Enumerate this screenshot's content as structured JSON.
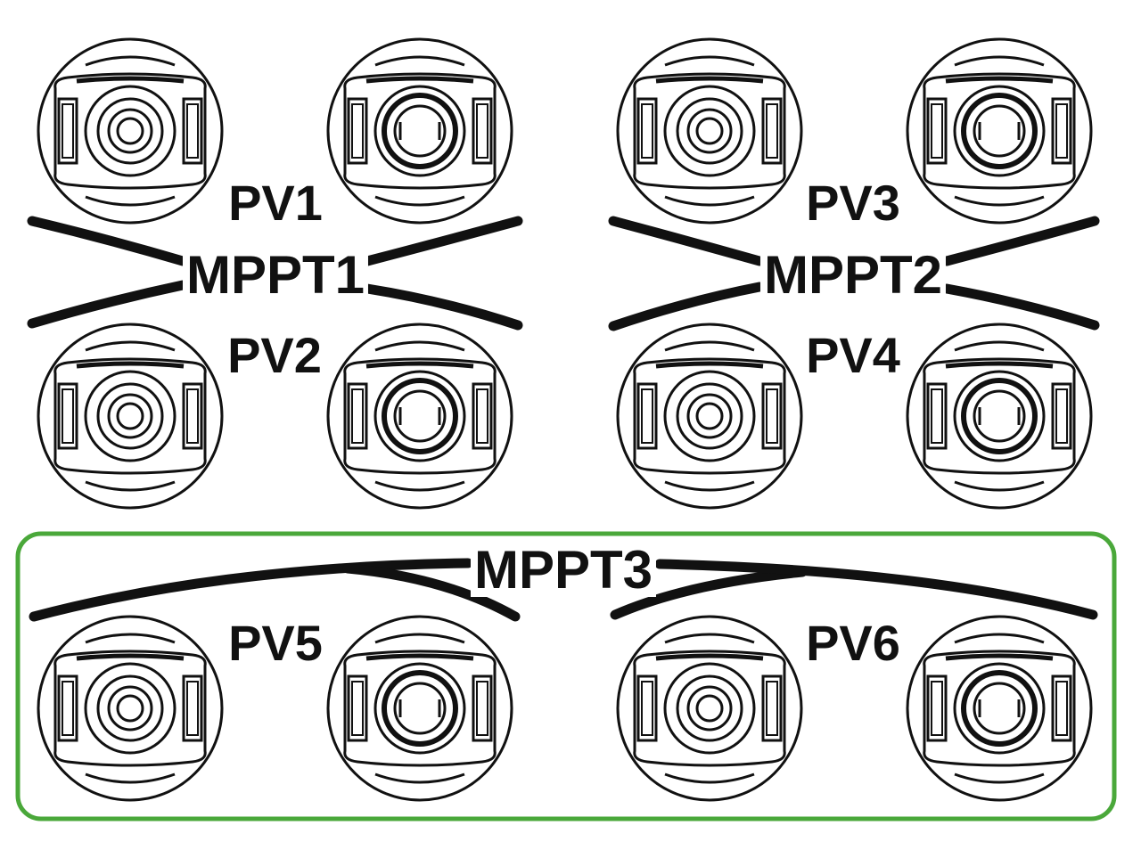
{
  "colors": {
    "stroke": "#111111",
    "background": "#ffffff",
    "group_highlight": "#4aa83a"
  },
  "icon": "pv-connector-icon",
  "groups": [
    {
      "mppt_label": "MPPT1",
      "pv_labels": [
        "PV1",
        "PV2"
      ],
      "highlighted": false
    },
    {
      "mppt_label": "MPPT2",
      "pv_labels": [
        "PV3",
        "PV4"
      ],
      "highlighted": false
    },
    {
      "mppt_label": "MPPT3",
      "pv_labels": [
        "PV5",
        "PV6"
      ],
      "highlighted": true
    }
  ]
}
